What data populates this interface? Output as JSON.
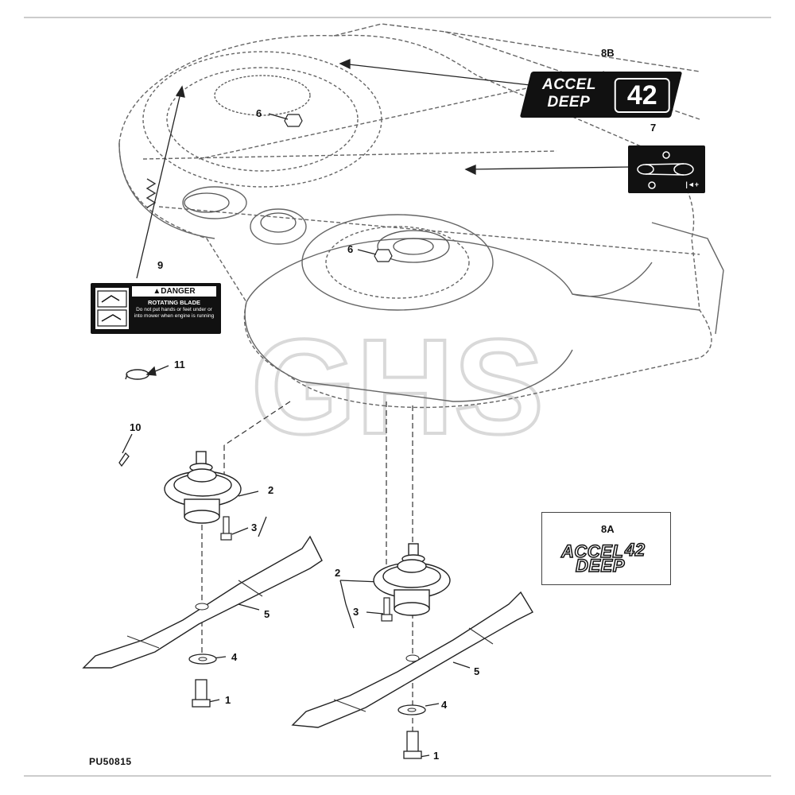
{
  "document": {
    "code": "PU50815",
    "watermark": "GHS"
  },
  "callouts": [
    "8B",
    "7",
    "6",
    "6",
    "9",
    "11",
    "10",
    "2",
    "3",
    "5",
    "4",
    "1",
    "2",
    "3",
    "5",
    "4",
    "1",
    "8A"
  ],
  "decals": {
    "accel_deep_8b": {
      "line1": "ACCEL",
      "line2": "DEEP",
      "number": "42"
    },
    "belt_7": {
      "note": "|◄+"
    },
    "danger_9": {
      "header": "▲DANGER",
      "subheader": "ROTATING BLADE",
      "message": "Do not put hands or feet under or into mower when engine is running"
    },
    "accel_deep_8a": {
      "line1": "ACCEL",
      "number": "42",
      "line2": "DEEP"
    }
  },
  "colors": {
    "ink": "#111111",
    "paper": "#ffffff",
    "watermark": "#d9d9d9"
  }
}
